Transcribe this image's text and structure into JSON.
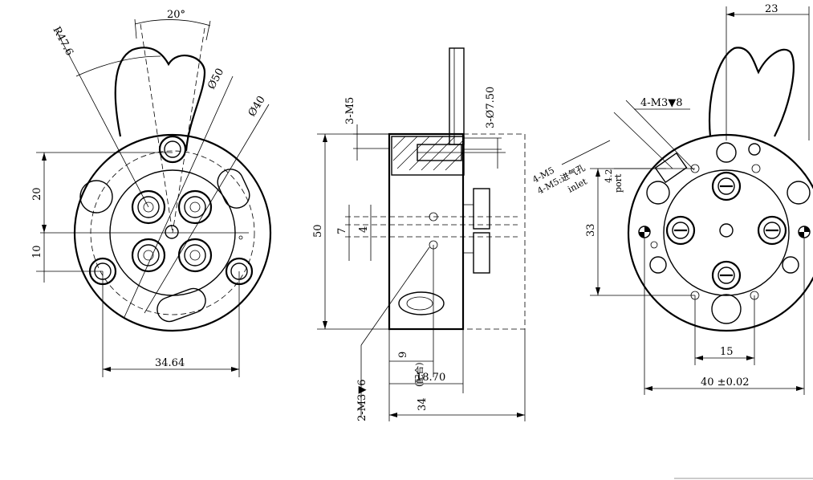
{
  "front_view": {
    "angle_label": "20°",
    "radius_label": "R47.6",
    "dia_outer_label": "Ø50",
    "dia_inner_label": "Ø40",
    "left_dim_20": "20",
    "left_dim_10": "10",
    "bottom_dim": "34.64"
  },
  "side_view": {
    "top_thread_label": "3-M5",
    "top_hole_label": "3-Ø7.50",
    "height_label": "50",
    "dim_7": "7",
    "dim_4": "4",
    "dim_9": "9",
    "dim_18_70": "18.70",
    "fit_note": "(配合)",
    "dim_34": "34",
    "tap_label": "2-M3▼6"
  },
  "right_view": {
    "top_dim": "23",
    "screw_label": "4-M3▼8",
    "inlet_thread_a": "4-M5",
    "inlet_thread_b": "4-M5:进气孔",
    "inlet_word": "inlet",
    "port_dim": "4.2",
    "port_word": "port",
    "dim_33": "33",
    "dim_15": "15",
    "dim_40": "40 ±0.02"
  }
}
